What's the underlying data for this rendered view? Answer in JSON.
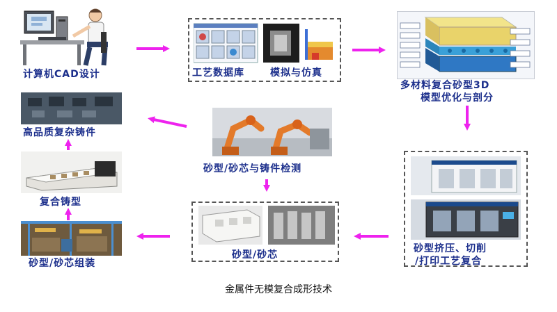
{
  "nodes": {
    "cad": {
      "label": "计算机CAD设计"
    },
    "database": {
      "label_left": "工艺数据库",
      "label_right": "模拟与仿真"
    },
    "multimaterial": {
      "line1": "多材料复合砂型3D",
      "line2": "模型优化与剖分"
    },
    "castings": {
      "label": "高品质复杂铸件"
    },
    "inspection": {
      "label": "砂型/砂芯与铸件检测"
    },
    "composite_casting": {
      "label": "复合铸型"
    },
    "assembly": {
      "label": "砂型/砂芯组装"
    },
    "sand_mold": {
      "label": "砂型/砂芯"
    },
    "printing": {
      "line1": "砂型挤压、切削",
      "line2": "/打印工艺复合"
    }
  },
  "caption": "金属件无模复合成形技术",
  "colors": {
    "arrow": "#ee22ee",
    "label": "#1c2f8c"
  }
}
